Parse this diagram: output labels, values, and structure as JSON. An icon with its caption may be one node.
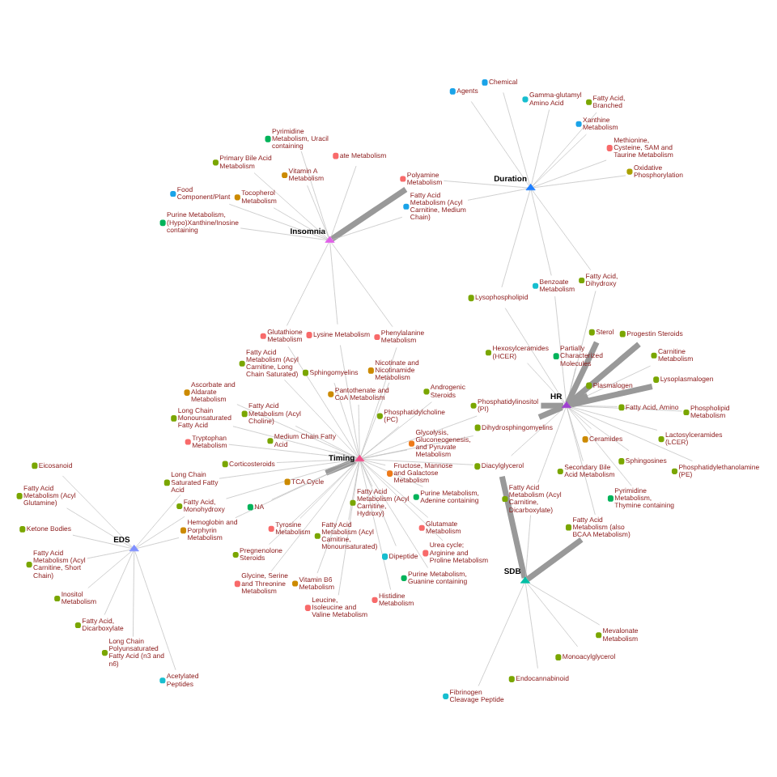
{
  "diagram": {
    "nodes": [
      {
        "text": [],
        "shape": "triangle",
        "beside": [
          "HR"
        ]
      },
      {
        "text": [],
        "shape": "triangle",
        "beside": [
          "SDB"
        ]
      },
      {
        "text": [],
        "shape": "triangle",
        "beside": [
          "Duration"
        ]
      },
      {
        "text": [],
        "shape": "triangle",
        "beside": [
          "Insomnia"
        ]
      },
      {
        "text": [],
        "shape": "triangle",
        "beside": [
          "Timing"
        ]
      },
      {
        "text": [],
        "shape": "triangle",
        "beside": [
          "EDS"
        ]
      },
      {
        "text": [],
        "shape": "circle",
        "beside": [
          "Ceramides"
        ]
      },
      {
        "text": [],
        "shape": "circle",
        "beside": [
          "Pyrimidine Metabolism, Thymine containing"
        ]
      },
      {
        "text": [],
        "shape": "circle",
        "beside": [
          "Vitamin B6 Metabolism"
        ]
      },
      {
        "text": [],
        "shape": "circle",
        "beside": [
          "Dipeptide"
        ]
      },
      {
        "text": [],
        "shape": "circle",
        "beside": [
          "Fibrinogen Cleavage Peptide"
        ]
      },
      {
        "text": [],
        "shape": "circle",
        "beside": [
          "Phosphatidylinositol (PI)"
        ]
      },
      {
        "text": [],
        "shape": "circle",
        "beside": [
          "Diacylglycerol"
        ]
      },
      {
        "text": [],
        "shape": "circle",
        "beside": [
          "Phospholipid Metabolism"
        ]
      },
      {
        "text": [],
        "shape": "circle",
        "beside": [
          "Mevalonate Metabolism"
        ]
      },
      {
        "text": [],
        "shape": "circle",
        "beside": [
          "Dihydrosphingomyelins"
        ]
      },
      {
        "text": [],
        "shape": "circle",
        "beside": [
          "Purine Metabolism, Guanine containing"
        ]
      },
      {
        "text": [],
        "shape": "circle",
        "beside": [
          "Ascorbate and Aldarate Metabolism"
        ]
      },
      {
        "text": [],
        "shape": "circle",
        "beside": [
          "Hexosylceramides (HCER)"
        ]
      },
      {
        "text": [],
        "shape": "circle",
        "beside": [
          "Fatty Acid Metabolism (Acyl Carnitine, Dicarboxylate)"
        ]
      },
      {
        "text": [],
        "shape": "circle",
        "beside": [
          "Sphingosines"
        ]
      },
      {
        "text": [],
        "shape": "circle",
        "beside": [
          "TCA Cycle"
        ]
      },
      {
        "text": [],
        "shape": "circle",
        "beside": [
          "Fatty Acid, Dihydroxy"
        ]
      },
      {
        "text": [],
        "shape": "circle",
        "beside": [
          "Carnitine Metabolism"
        ]
      },
      {
        "text": [],
        "shape": "circle",
        "beside": [
          "Fatty Acid Metabolism (also BCAA Metabolism)"
        ]
      },
      {
        "text": [],
        "shape": "circle",
        "beside": [
          "Endocannabinoid"
        ]
      },
      {
        "text": [],
        "shape": "circle",
        "beside": [
          "Polyamine Metabolism"
        ]
      },
      {
        "text": [],
        "shape": "circle",
        "beside": [
          "Fatty Acid, Amino"
        ]
      },
      {
        "text": [],
        "shape": "circle",
        "beside": [
          "Glycine, Serine and Threonine Metabolism"
        ]
      },
      {
        "text": [],
        "shape": "circle",
        "beside": [
          "Urea cycle; Arginine and Proline Metabolism"
        ]
      },
      {
        "text": [],
        "shape": "circle",
        "beside": [
          "Benzoate Metabolism"
        ]
      },
      {
        "text": [],
        "shape": "circle",
        "beside": [
          "Monoacylglycerol"
        ]
      },
      {
        "text": [],
        "shape": "circle",
        "beside": [
          "Secondary Bile Acid Metabolism"
        ]
      },
      {
        "text": [],
        "shape": "circle",
        "beside": [
          "Partially Characterized Molecules"
        ]
      },
      {
        "text": [],
        "shape": "circle",
        "beside": [
          "Lysoplasmalogen"
        ]
      },
      {
        "text": [],
        "shape": "circle",
        "beside": [
          "Methionine, Cysteine, SAM and Taurine Metabolism"
        ]
      },
      {
        "text": [],
        "shape": "circle",
        "beside": [
          "Gamma-glutamyl Amino Acid"
        ]
      },
      {
        "text": [],
        "shape": "circle",
        "beside": [
          "Chemical"
        ]
      },
      {
        "text": [],
        "shape": "circle",
        "beside": [
          "Lysophospholipid"
        ]
      },
      {
        "text": [],
        "shape": "circle",
        "beside": [
          "Tryptophan Metabolism"
        ]
      },
      {
        "text": [],
        "shape": "circle",
        "beside": [
          "Progestin Steroids"
        ]
      },
      {
        "text": [],
        "shape": "circle",
        "beside": [
          "Sterol"
        ]
      },
      {
        "text": [],
        "shape": "circle",
        "beside": [
          "Agents"
        ]
      },
      {
        "text": [],
        "shape": "circle",
        "beside": [
          "Fatty Acid, Branched"
        ]
      },
      {
        "text": [],
        "shape": "circle",
        "beside": [
          "Phosphatidylethanolamine (PE)"
        ]
      },
      {
        "text": [],
        "shape": "circle",
        "beside": [
          "Plasmalogen"
        ]
      },
      {
        "text": [],
        "shape": "circle",
        "beside": [
          "Glutamate Metabolism"
        ]
      },
      {
        "text": [],
        "shape": "circle",
        "beside": [
          "Fatty Acid Metabolism (Acyl Carnitine, Medium Chain)"
        ]
      },
      {
        "text": [],
        "shape": "circle",
        "beside": [
          "Fructose, Mannose and Galactose Metabolism"
        ]
      },
      {
        "text": [],
        "shape": "circle",
        "beside": [
          "Lactosylceramides (LCER)"
        ]
      },
      {
        "text": [],
        "shape": "circle",
        "beside": [
          "Medium Chain Fatty Acid"
        ]
      },
      {
        "text": [],
        "shape": "circle",
        "beside": [
          "Glycolysis, Gluconeogenesis, and Pyruvate Metabolism"
        ]
      },
      {
        "text": [],
        "shape": "circle",
        "beside": [
          "Lysine Metabolism"
        ]
      },
      {
        "text": [],
        "shape": "circle",
        "beside": [
          "Primary Bile Acid Metabolism"
        ]
      },
      {
        "text": [],
        "shape": "circle",
        "beside": [
          "Nicotinate and Nicotinamide Metabolism"
        ]
      },
      {
        "text": [],
        "shape": "circle",
        "beside": [
          "Leucine, Isoleucine and Valine Metabolism"
        ]
      },
      {
        "text": [],
        "shape": "circle",
        "beside": [
          "Purine Metabolism, (Hypo)Xanthine/Inosine containing"
        ]
      },
      {
        "text": [],
        "shape": "circle",
        "beside": [
          "Food Component/Plant"
        ]
      },
      {
        "text": [],
        "shape": "circle",
        "beside": [
          "Phosphatidylcholine (PC)"
        ]
      },
      {
        "text": [],
        "shape": "circle",
        "beside": [
          "Long Chain Monounsaturated Fatty Acid"
        ]
      },
      {
        "text": [],
        "shape": "circle",
        "beside": [
          "Fatty Acid Metabolism (Acyl Choline)"
        ]
      },
      {
        "text": [],
        "shape": "circle",
        "beside": [
          "Sphingomyelins"
        ]
      },
      {
        "text": [],
        "shape": "circle",
        "beside": [
          "Pregnenolone Steroids"
        ]
      },
      {
        "text": [],
        "shape": "circle",
        "beside": [
          "ate Metabolism"
        ]
      },
      {
        "text": [],
        "shape": "circle",
        "beside": [
          "Phenylalanine Metabolism"
        ]
      },
      {
        "text": [],
        "shape": "circle",
        "beside": [
          "Tyrosine Metabolism"
        ]
      },
      {
        "text": [],
        "shape": "circle",
        "beside": [
          "Pyrimidine Metabolism, Uracil containing"
        ]
      },
      {
        "text": [],
        "shape": "circle",
        "beside": [
          "Androgenic Steroids"
        ]
      },
      {
        "text": [],
        "shape": "circle",
        "beside": [
          "Histidine Metabolism"
        ]
      },
      {
        "text": [],
        "shape": "circle",
        "beside": [
          "Inositol Metabolism"
        ]
      },
      {
        "text": [],
        "shape": "circle",
        "beside": [
          "Vitamin A Metabolism"
        ]
      },
      {
        "text": [],
        "shape": "circle",
        "beside": [
          "Long Chain Saturated Fatty Acid"
        ]
      },
      {
        "text": [],
        "shape": "circle",
        "beside": [
          "Tocopherol Metabolism"
        ]
      },
      {
        "text": [],
        "shape": "circle",
        "beside": [
          "Corticosteroids"
        ]
      },
      {
        "text": [],
        "shape": "circle",
        "beside": [
          "Long Chain Polyunsaturated Fatty Acid (n3 and n6)"
        ]
      },
      {
        "text": [],
        "shape": "circle",
        "beside": [
          "Fatty Acid Metabolism (Acyl Carnitine, Hydroxy)"
        ]
      },
      {
        "text": [],
        "shape": "circle",
        "beside": [
          "Fatty Acid, Monohydroxy"
        ]
      },
      {
        "text": [],
        "shape": "circle",
        "beside": [
          "Fatty Acid, Dicarboxylate"
        ]
      },
      {
        "text": [],
        "shape": "circle",
        "beside": [
          "Oxidative Phosphorylation"
        ]
      },
      {
        "text": [],
        "shape": "circle",
        "beside": [
          "Purine Metabolism, Adenine containing"
        ]
      },
      {
        "text": [],
        "shape": "circle",
        "beside": [
          "Glutathione Metabolism"
        ]
      },
      {
        "text": [],
        "shape": "circle",
        "beside": [
          "Hemoglobin and Porphyrin Metabolism"
        ]
      },
      {
        "text": [],
        "shape": "circle",
        "beside": [
          "Xanthine Metabolism"
        ]
      },
      {
        "text": [],
        "shape": "circle",
        "beside": [
          "Fatty Acid Metabolism (Acyl Carnitine, Monounsaturated)"
        ]
      },
      {
        "text": [],
        "shape": "circle",
        "beside": [
          "Pantothenate and CoA Metabolism"
        ]
      },
      {
        "text": [],
        "shape": "circle",
        "beside": [
          "Fatty Acid Metabolism (Acyl Carnitine, Long Chain Saturated)"
        ]
      },
      {
        "text": [],
        "shape": "circle",
        "beside": [
          "Fatty Acid Metabolism (Acyl Glutamine)"
        ]
      },
      {
        "text": [],
        "shape": "circle",
        "beside": [
          "Fatty Acid Metabolism (Acyl Carnitine, Short Chain)"
        ]
      },
      {
        "text": [],
        "shape": "circle",
        "beside": [
          "Ketone Bodies"
        ]
      },
      {
        "text": [],
        "shape": "circle",
        "beside": [
          "Acetylated Peptides"
        ]
      },
      {
        "text": [],
        "shape": "circle",
        "beside": [
          "Eicosanoid"
        ]
      },
      {
        "text": [],
        "shape": "circle",
        "beside": [
          "NA"
        ]
      }
    ],
    "edges": [
      {
        "from": 6,
        "to": 0,
        "arrow": "none"
      },
      {
        "from": 7,
        "to": 0,
        "arrow": "none"
      },
      {
        "from": 8,
        "to": 4,
        "arrow": "none"
      },
      {
        "from": 9,
        "to": 4,
        "arrow": "none"
      },
      {
        "from": 10,
        "to": 1,
        "arrow": "none"
      },
      {
        "from": 11,
        "to": 0,
        "arrow": "none",
        "style": "thick"
      },
      {
        "from": 11,
        "to": 4,
        "arrow": "none"
      },
      {
        "from": 12,
        "to": 1,
        "arrow": "none",
        "style": "thick"
      },
      {
        "from": 12,
        "to": 0,
        "arrow": "none"
      },
      {
        "from": 13,
        "to": 0,
        "arrow": "none"
      },
      {
        "from": 14,
        "to": 1,
        "arrow": "none"
      },
      {
        "from": 15,
        "to": 0,
        "arrow": "none",
        "style": "thick"
      },
      {
        "from": 15,
        "to": 4,
        "arrow": "none"
      },
      {
        "from": 16,
        "to": 4,
        "arrow": "none"
      },
      {
        "from": 17,
        "to": 4,
        "arrow": "none"
      },
      {
        "from": 18,
        "to": 0,
        "arrow": "none"
      },
      {
        "from": 19,
        "to": 1,
        "arrow": "none"
      },
      {
        "from": 20,
        "to": 0,
        "arrow": "none"
      },
      {
        "from": 21,
        "to": 4,
        "arrow": "none",
        "style": "thick"
      },
      {
        "from": 22,
        "to": 2,
        "arrow": "none"
      },
      {
        "from": 23,
        "to": 0,
        "arrow": "none"
      },
      {
        "from": 24,
        "to": 1,
        "arrow": "none",
        "style": "thick"
      },
      {
        "from": 25,
        "to": 1,
        "arrow": "none"
      },
      {
        "from": 26,
        "to": 3,
        "arrow": "none",
        "style": "thick"
      },
      {
        "from": 27,
        "to": 0,
        "arrow": "none"
      },
      {
        "from": 28,
        "to": 4,
        "arrow": "none"
      },
      {
        "from": 29,
        "to": 4,
        "arrow": "none"
      },
      {
        "from": 30,
        "to": 0,
        "arrow": "none"
      },
      {
        "from": 31,
        "to": 1,
        "arrow": "none"
      },
      {
        "from": 32,
        "to": 0,
        "arrow": "none"
      },
      {
        "from": 33,
        "to": 0,
        "arrow": "none"
      },
      {
        "from": 34,
        "to": 0,
        "arrow": "none",
        "style": "thick"
      },
      {
        "from": 35,
        "to": 2,
        "arrow": "none"
      },
      {
        "from": 36,
        "to": 2,
        "arrow": "none"
      },
      {
        "from": 37,
        "to": 2,
        "arrow": "none"
      },
      {
        "from": 38,
        "to": 0,
        "arrow": "none"
      },
      {
        "from": 38,
        "to": 2,
        "arrow": "none"
      },
      {
        "from": 39,
        "to": 4,
        "arrow": "none"
      },
      {
        "from": 40,
        "to": 0,
        "arrow": "none",
        "style": "thick"
      },
      {
        "from": 41,
        "to": 0,
        "arrow": "none",
        "style": "thick"
      },
      {
        "from": 42,
        "to": 2,
        "arrow": "none"
      },
      {
        "from": 43,
        "to": 2,
        "arrow": "none"
      },
      {
        "from": 44,
        "to": 0,
        "arrow": "none"
      },
      {
        "from": 45,
        "to": 0,
        "arrow": "none",
        "style": "thick"
      },
      {
        "from": 46,
        "to": 4,
        "arrow": "none"
      },
      {
        "from": 47,
        "to": 2,
        "arrow": "none"
      },
      {
        "from": 48,
        "to": 4,
        "arrow": "none"
      },
      {
        "from": 49,
        "to": 0,
        "arrow": "none"
      },
      {
        "from": 50,
        "to": 4,
        "arrow": "none"
      },
      {
        "from": 51,
        "to": 4,
        "arrow": "none"
      },
      {
        "from": 52,
        "to": 3,
        "arrow": "none"
      },
      {
        "from": 53,
        "to": 3,
        "arrow": "none"
      },
      {
        "from": 54,
        "to": 4,
        "arrow": "none"
      },
      {
        "from": 55,
        "to": 4,
        "arrow": "none"
      },
      {
        "from": 56,
        "to": 3,
        "arrow": "none"
      },
      {
        "from": 57,
        "to": 3,
        "arrow": "none"
      },
      {
        "from": 58,
        "to": 4,
        "arrow": "none"
      },
      {
        "from": 59,
        "to": 4,
        "arrow": "none"
      },
      {
        "from": 60,
        "to": 4,
        "arrow": "none"
      },
      {
        "from": 61,
        "to": 4,
        "arrow": "none"
      },
      {
        "from": 62,
        "to": 4,
        "arrow": "none"
      },
      {
        "from": 63,
        "to": 3,
        "arrow": "none"
      },
      {
        "from": 64,
        "to": 4,
        "arrow": "none"
      },
      {
        "from": 65,
        "to": 4,
        "arrow": "none"
      },
      {
        "from": 66,
        "to": 3,
        "arrow": "none"
      },
      {
        "from": 67,
        "to": 4,
        "arrow": "none"
      },
      {
        "from": 68,
        "to": 4,
        "arrow": "none"
      },
      {
        "from": 69,
        "to": 5,
        "arrow": "none"
      },
      {
        "from": 70,
        "to": 3,
        "arrow": "none"
      },
      {
        "from": 71,
        "to": 5,
        "arrow": "none"
      },
      {
        "from": 72,
        "to": 3,
        "arrow": "none"
      },
      {
        "from": 73,
        "to": 4,
        "arrow": "none"
      },
      {
        "from": 74,
        "to": 5,
        "arrow": "none"
      },
      {
        "from": 75,
        "to": 4,
        "arrow": "none"
      },
      {
        "from": 76,
        "to": 5,
        "arrow": "none"
      },
      {
        "from": 77,
        "to": 5,
        "arrow": "none"
      },
      {
        "from": 78,
        "to": 2,
        "arrow": "none"
      },
      {
        "from": 79,
        "to": 4,
        "arrow": "none"
      },
      {
        "from": 80,
        "to": 4,
        "arrow": "none"
      },
      {
        "from": 81,
        "to": 5,
        "arrow": "none"
      },
      {
        "from": 82,
        "to": 2,
        "arrow": "none"
      },
      {
        "from": 83,
        "to": 4,
        "arrow": "none"
      },
      {
        "from": 84,
        "to": 4,
        "arrow": "none"
      },
      {
        "from": 85,
        "to": 4,
        "arrow": "none"
      },
      {
        "from": 86,
        "to": 5,
        "arrow": "none"
      },
      {
        "from": 87,
        "to": 5,
        "arrow": "none"
      },
      {
        "from": 88,
        "to": 5,
        "arrow": "none"
      },
      {
        "from": 89,
        "to": 5,
        "arrow": "none"
      },
      {
        "from": 90,
        "to": 5,
        "arrow": "none"
      },
      {
        "from": 91,
        "to": 4,
        "arrow": "none"
      },
      {
        "from": 12,
        "to": 4,
        "arrow": "none"
      },
      {
        "from": 52,
        "to": 4,
        "arrow": "none"
      },
      {
        "from": 64,
        "to": 3,
        "arrow": "none"
      },
      {
        "from": 26,
        "to": 2,
        "arrow": "none"
      },
      {
        "from": 76,
        "to": 4,
        "arrow": "none"
      },
      {
        "from": 81,
        "to": 4,
        "arrow": "none"
      },
      {
        "from": 71,
        "to": 4,
        "arrow": "none"
      },
      {
        "from": 19,
        "to": 0,
        "arrow": "none"
      },
      {
        "from": 24,
        "to": 0,
        "arrow": "none"
      },
      {
        "from": 47,
        "to": 3,
        "arrow": "none"
      },
      {
        "from": 22,
        "to": 0,
        "arrow": "none"
      },
      {
        "from": 30,
        "to": 2,
        "arrow": "none"
      },
      {
        "from": 80,
        "to": 3,
        "arrow": "none"
      }
    ]
  }
}
